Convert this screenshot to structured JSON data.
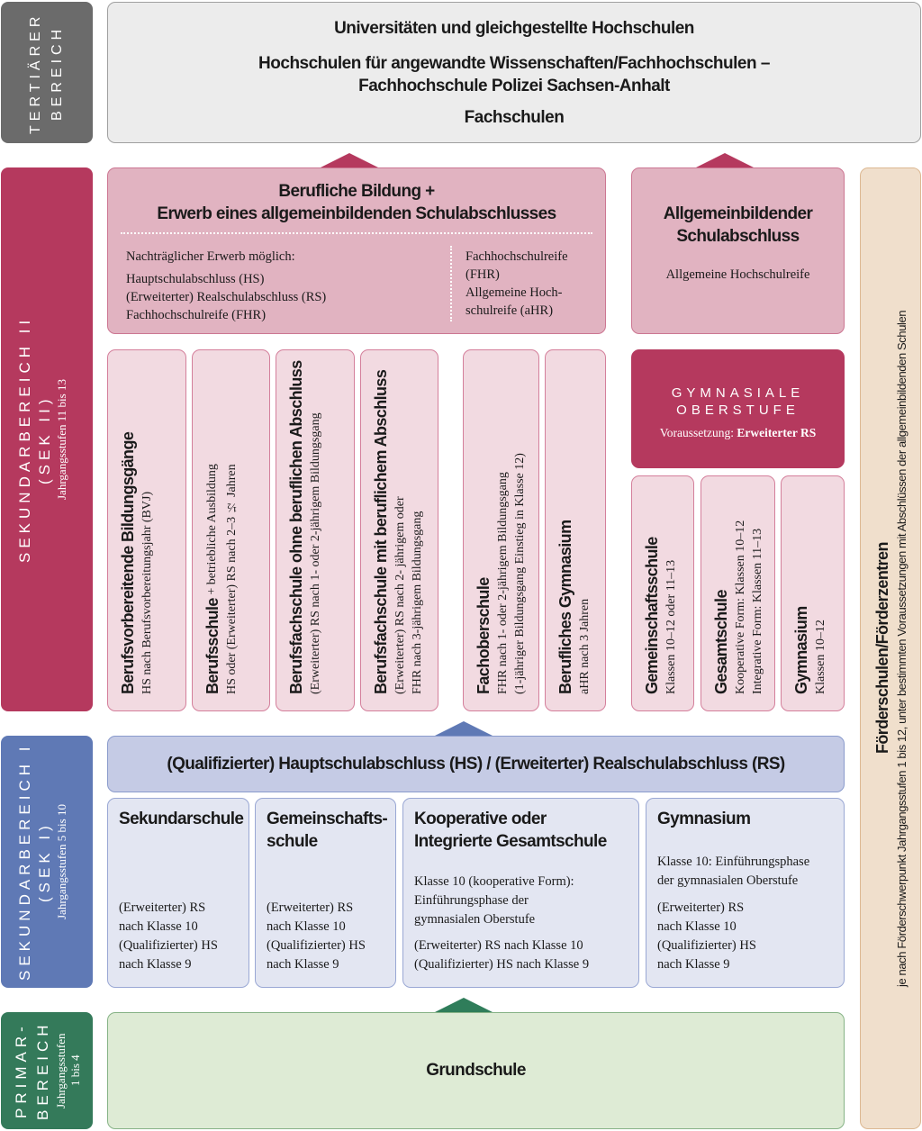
{
  "tertiary": {
    "label": "TERTIÄRER BEREICH",
    "lines": [
      "Universitäten und gleichgestellte Hochschulen",
      "Hochschulen für angewandte Wissenschaften/Fachhochschulen –",
      "Fachhochschule Polizei Sachsen-Anhalt",
      "Fachschulen"
    ]
  },
  "sek2": {
    "label": "SEKUNDARBEREICH II",
    "abbr": "(SEK II)",
    "grades": "Jahrgangsstufen 11 bis 13",
    "berufliche": {
      "title1": "Berufliche Bildung +",
      "title2": "Erwerb eines allgemeinbildenden Schulabschlusses",
      "left": [
        "Nachträglicher Erwerb möglich:",
        "Hauptschulabschluss (HS)",
        "(Erweiterter) Realschulabschluss (RS)",
        "Fachhochschulreife (FHR)"
      ],
      "right": [
        "Fachhochschulreife",
        "(FHR)",
        "Allgemeine Hoch-",
        "schulreife (aHR)"
      ]
    },
    "allgemein": {
      "title1": "Allgemeinbildender",
      "title2": "Schulabschluss",
      "text": "Allgemeine Hochschulreife"
    },
    "columns": [
      {
        "title": "Berufsvorbereitende Bildungsgänge",
        "lines": [
          "HS nach Berufsvorbereitungsjahr (BVJ)"
        ]
      },
      {
        "title": "Berufsschule",
        "suffix": " + betriebliche Ausbildung",
        "lines": [
          "HS oder (Erweiterter) RS nach 2–3 ½ Jahren"
        ]
      },
      {
        "title": "Berufsfachschule ohne beruflichen Abschluss",
        "lines": [
          "(Erweiterter) RS nach 1- oder 2-jährigem Bildungsgang"
        ]
      },
      {
        "title": "Berufsfachschule mit beruflichem Abschluss",
        "lines": [
          "(Erweiterter) RS nach 2- jährigem oder",
          "FHR nach 3-jährigem Bildungsgang"
        ]
      },
      {
        "title": "Fachoberschule",
        "lines": [
          "FHR nach 1- oder 2-jährigem Bildungsgang",
          "(1-jähriger Bildungsgang Einstieg in Klasse 12)"
        ]
      },
      {
        "title": "Berufliches Gymnasium",
        "lines": [
          "aHR nach 3 Jahren"
        ]
      }
    ],
    "oberstufe": {
      "title1": "GYMNASIALE",
      "title2": "OBERSTUFE",
      "req_label": "Voraussetzung: ",
      "req_value": "Erweiterter RS"
    },
    "sub": [
      {
        "title": "Gemeinschaftsschule",
        "lines": [
          "Klassen 10–12 oder 11–13"
        ]
      },
      {
        "title": "Gesamtschule",
        "lines": [
          "Kooperative Form: Klassen 10–12",
          "Integrative Form: Klassen 11–13"
        ]
      },
      {
        "title": "Gymnasium",
        "lines": [
          "Klassen 10–12"
        ]
      }
    ]
  },
  "foerder": {
    "title": "Förderschulen/Förderzentren",
    "text": "je nach Förderschwerpunkt Jahrgangsstufen 1 bis 12, unter bestimmten Voraussetzungen mit Abschlüssen der allgemeinbildenden Schulen"
  },
  "sek1": {
    "label": "SEKUNDARBEREICH I",
    "abbr": "(SEK I)",
    "grades": "Jahrgangsstufen 5 bis 10",
    "bar": "(Qualifizierter) Hauptschulabschluss (HS) / (Erweiterter) Realschulabschluss (RS)",
    "schools": [
      {
        "title": "Sekundarschule",
        "intro": [],
        "lines": [
          "(Erweiterter) RS",
          "nach Klasse 10",
          "(Qualifizierter) HS",
          "nach Klasse 9"
        ]
      },
      {
        "title": "Gemeinschafts-schule",
        "intro": [],
        "lines": [
          "(Erweiterter) RS",
          "nach Klasse 10",
          "(Qualifizierter) HS",
          "nach Klasse 9"
        ]
      },
      {
        "title": "Kooperative oder Integrierte Gesamtschule",
        "intro": [
          "Klasse 10 (kooperative Form):",
          "Einführungsphase der",
          "gymnasialen Oberstufe"
        ],
        "lines": [
          "(Erweiterter) RS nach Klasse 10",
          "(Qualifizierter) HS nach Klasse 9"
        ]
      },
      {
        "title": "Gymnasium",
        "intro": [
          "Klasse 10: Einführungsphase",
          "der gymnasialen Oberstufe"
        ],
        "lines": [
          "(Erweiterter) RS",
          "nach Klasse 10",
          "(Qualifizierter) HS",
          "nach Klasse 9"
        ]
      }
    ]
  },
  "primar": {
    "label1": "PRIMAR-",
    "label2": "BEREICH",
    "grades1": "Jahrgangsstufen",
    "grades2": "1 bis 4",
    "school": "Grundschule"
  },
  "colors": {
    "tertiary": "#6b6b6b",
    "sek2": "#b5395e",
    "sek1": "#5f79b5",
    "primar": "#347a5a"
  }
}
